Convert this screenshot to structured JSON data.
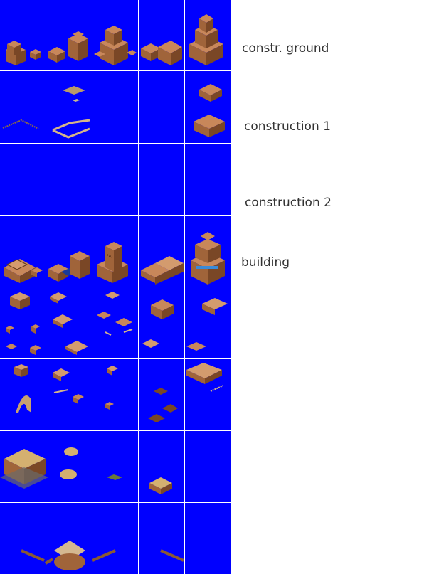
{
  "sheet": {
    "background": "#0000ff",
    "grid_color": "#ffffff",
    "columns": 5,
    "rows": 8
  },
  "labels": {
    "constr_ground": "constr. ground",
    "construction_1": "construction 1",
    "construction_2": "construction 2",
    "building": "building"
  },
  "colors": {
    "clay_top": "#c8875a",
    "clay_left": "#a0643a",
    "clay_right": "#7a4726",
    "roof_sand": "#b99a6a"
  }
}
